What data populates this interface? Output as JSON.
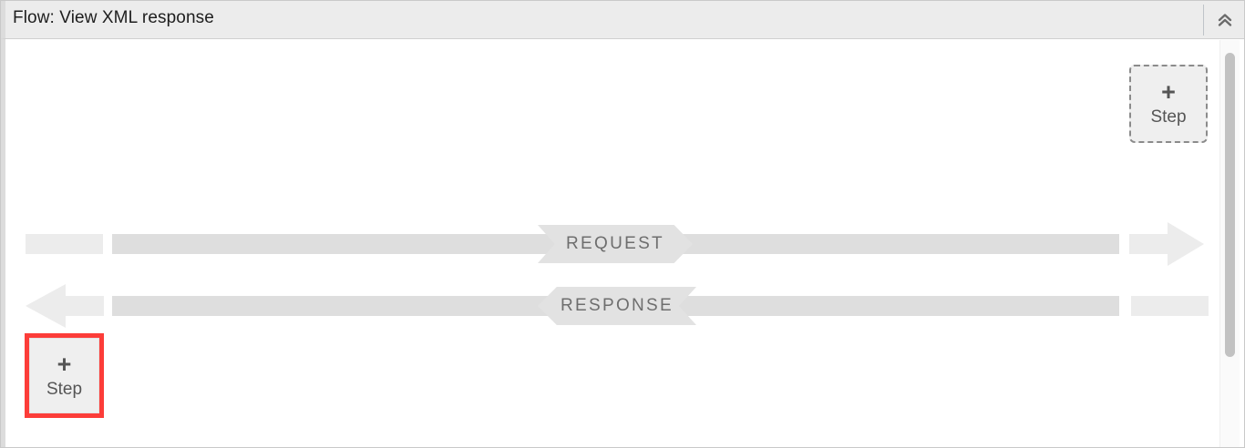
{
  "header": {
    "title": "Flow: View XML response",
    "collapse_icon": "double-chevron-up-icon"
  },
  "flow": {
    "steps": [
      {
        "id": "add-step-top-right",
        "plus": "+",
        "label": "Step",
        "style": "dashed",
        "highlighted": false
      },
      {
        "id": "add-step-bottom-left",
        "plus": "+",
        "label": "Step",
        "style": "solid",
        "highlighted": true,
        "highlight_color": "#fc3d39"
      }
    ],
    "lanes": [
      {
        "id": "request",
        "label": "REQUEST",
        "direction": "right"
      },
      {
        "id": "response",
        "label": "RESPONSE",
        "direction": "left"
      }
    ]
  },
  "colors": {
    "header_bg": "#ececec",
    "lane_bar_light": "#ececec",
    "lane_bar_dark": "#dedede",
    "banner_bg": "#e2e2e2",
    "banner_text": "#6e6e6e",
    "highlight_red": "#fc3d39",
    "scroll_thumb": "#c2c2c2"
  },
  "scrollbar": {
    "orientation": "vertical",
    "thumb_name": "scroll-thumb"
  }
}
